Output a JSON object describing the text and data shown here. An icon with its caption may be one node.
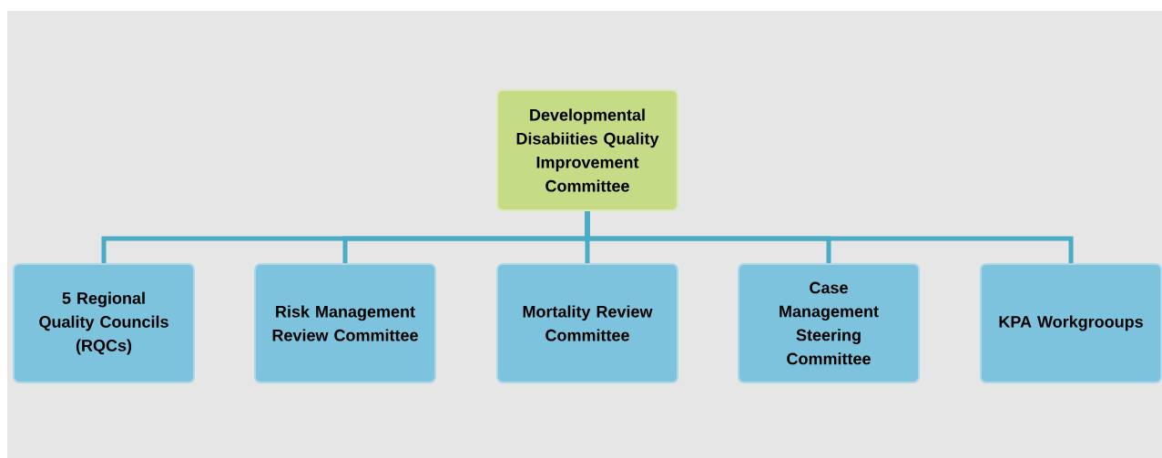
{
  "diagram": {
    "nodes": [
      {
        "text": [
          "Developmental Disabiities Quality Improvement Committee"
        ]
      },
      {
        "text": [
          "5 Regional Quality Councils (RQCs)"
        ]
      },
      {
        "text": [
          "Risk Management Review Committee"
        ]
      },
      {
        "text": [
          "Mortality Review Committee"
        ]
      },
      {
        "text": [
          "Case Management Steering Committee"
        ]
      },
      {
        "text": [
          "KPA Workgrooups"
        ]
      }
    ],
    "edges": [
      {
        "from": 0,
        "to": 1,
        "arrow": "none"
      },
      {
        "from": 0,
        "to": 2,
        "arrow": "none"
      },
      {
        "from": 0,
        "to": 3,
        "arrow": "none"
      },
      {
        "from": 0,
        "to": 4,
        "arrow": "none"
      },
      {
        "from": 0,
        "to": 5,
        "arrow": "none"
      }
    ]
  }
}
